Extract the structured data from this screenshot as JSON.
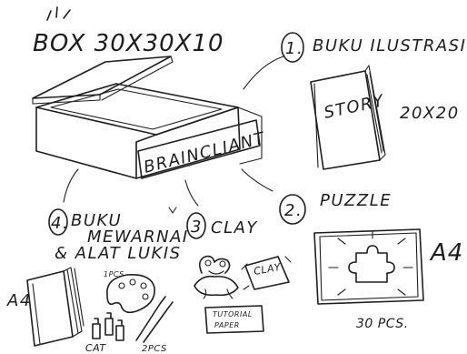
{
  "box": {
    "title": "BOX 30X30X10",
    "brand": "BRAINCLIANT"
  },
  "items": [
    {
      "number": "1.",
      "name": "BUKU ILUSTRASI",
      "cover_text": "STORY",
      "size": "20X20"
    },
    {
      "number": "2.",
      "name": "PUZZLE",
      "size": "A4",
      "quantity": "30 PCS."
    },
    {
      "number": "3",
      "name": "CLAY",
      "pack_label": "CLAY",
      "paper_label_line1": "TUTORIAL",
      "paper_label_line2": "PAPER"
    },
    {
      "number": "4.",
      "name_line1": "BUKU",
      "name_line2": "MEWARNAI",
      "name_line3": "& ALAT LUKIS",
      "paper_size": "A4",
      "palette_count": "1PCS",
      "paint_label": "CAT",
      "brush_count": "2PCS"
    }
  ]
}
